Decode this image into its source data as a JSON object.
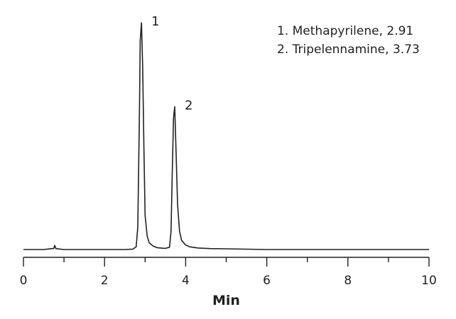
{
  "chart_data": {
    "type": "line",
    "title": "",
    "xlabel": "Min",
    "ylabel": "",
    "xlim": [
      0,
      10
    ],
    "x_ticks": [
      0,
      2,
      4,
      6,
      8,
      10
    ],
    "x_tick_labels": [
      "0",
      "2",
      "4",
      "6",
      "8",
      "10"
    ],
    "minor_ticks": [
      1,
      3,
      5,
      7,
      9
    ],
    "ylim": [
      0,
      1.0
    ],
    "grid": false,
    "legend": {
      "placement": "top-right",
      "entries": [
        "1. Methapyrilene, 2.91",
        "2. Tripelennamine, 3.73"
      ]
    },
    "peaks": [
      {
        "label": "1",
        "name": "Methapyrilene",
        "retention_time": 2.91,
        "height": 1.0
      },
      {
        "label": "2",
        "name": "Tripelennamine",
        "retention_time": 3.73,
        "height": 0.63
      }
    ],
    "series": [
      {
        "x": [
          0,
          0.5,
          0.75,
          0.77,
          0.8,
          1.0,
          1.5,
          2.0,
          2.5,
          2.7,
          2.78,
          2.82,
          2.86,
          2.88,
          2.91,
          2.94,
          2.97,
          3.0,
          3.05,
          3.1,
          3.2,
          3.3,
          3.5,
          3.6,
          3.64,
          3.67,
          3.7,
          3.73,
          3.76,
          3.8,
          3.85,
          3.9,
          4.0,
          4.1,
          4.3,
          4.6,
          5.0,
          6.0,
          7.0,
          8.0,
          9.0,
          10.0
        ],
        "y": [
          0.0,
          0.0,
          0.005,
          0.018,
          0.004,
          0.0,
          0.0,
          0.0,
          0.0,
          0.002,
          0.012,
          0.1,
          0.6,
          0.92,
          1.0,
          0.8,
          0.45,
          0.15,
          0.06,
          0.03,
          0.015,
          0.008,
          0.005,
          0.01,
          0.08,
          0.35,
          0.58,
          0.63,
          0.45,
          0.2,
          0.08,
          0.04,
          0.02,
          0.012,
          0.007,
          0.004,
          0.003,
          0.0,
          0.0,
          0.0,
          0.0,
          0.0
        ]
      }
    ]
  }
}
